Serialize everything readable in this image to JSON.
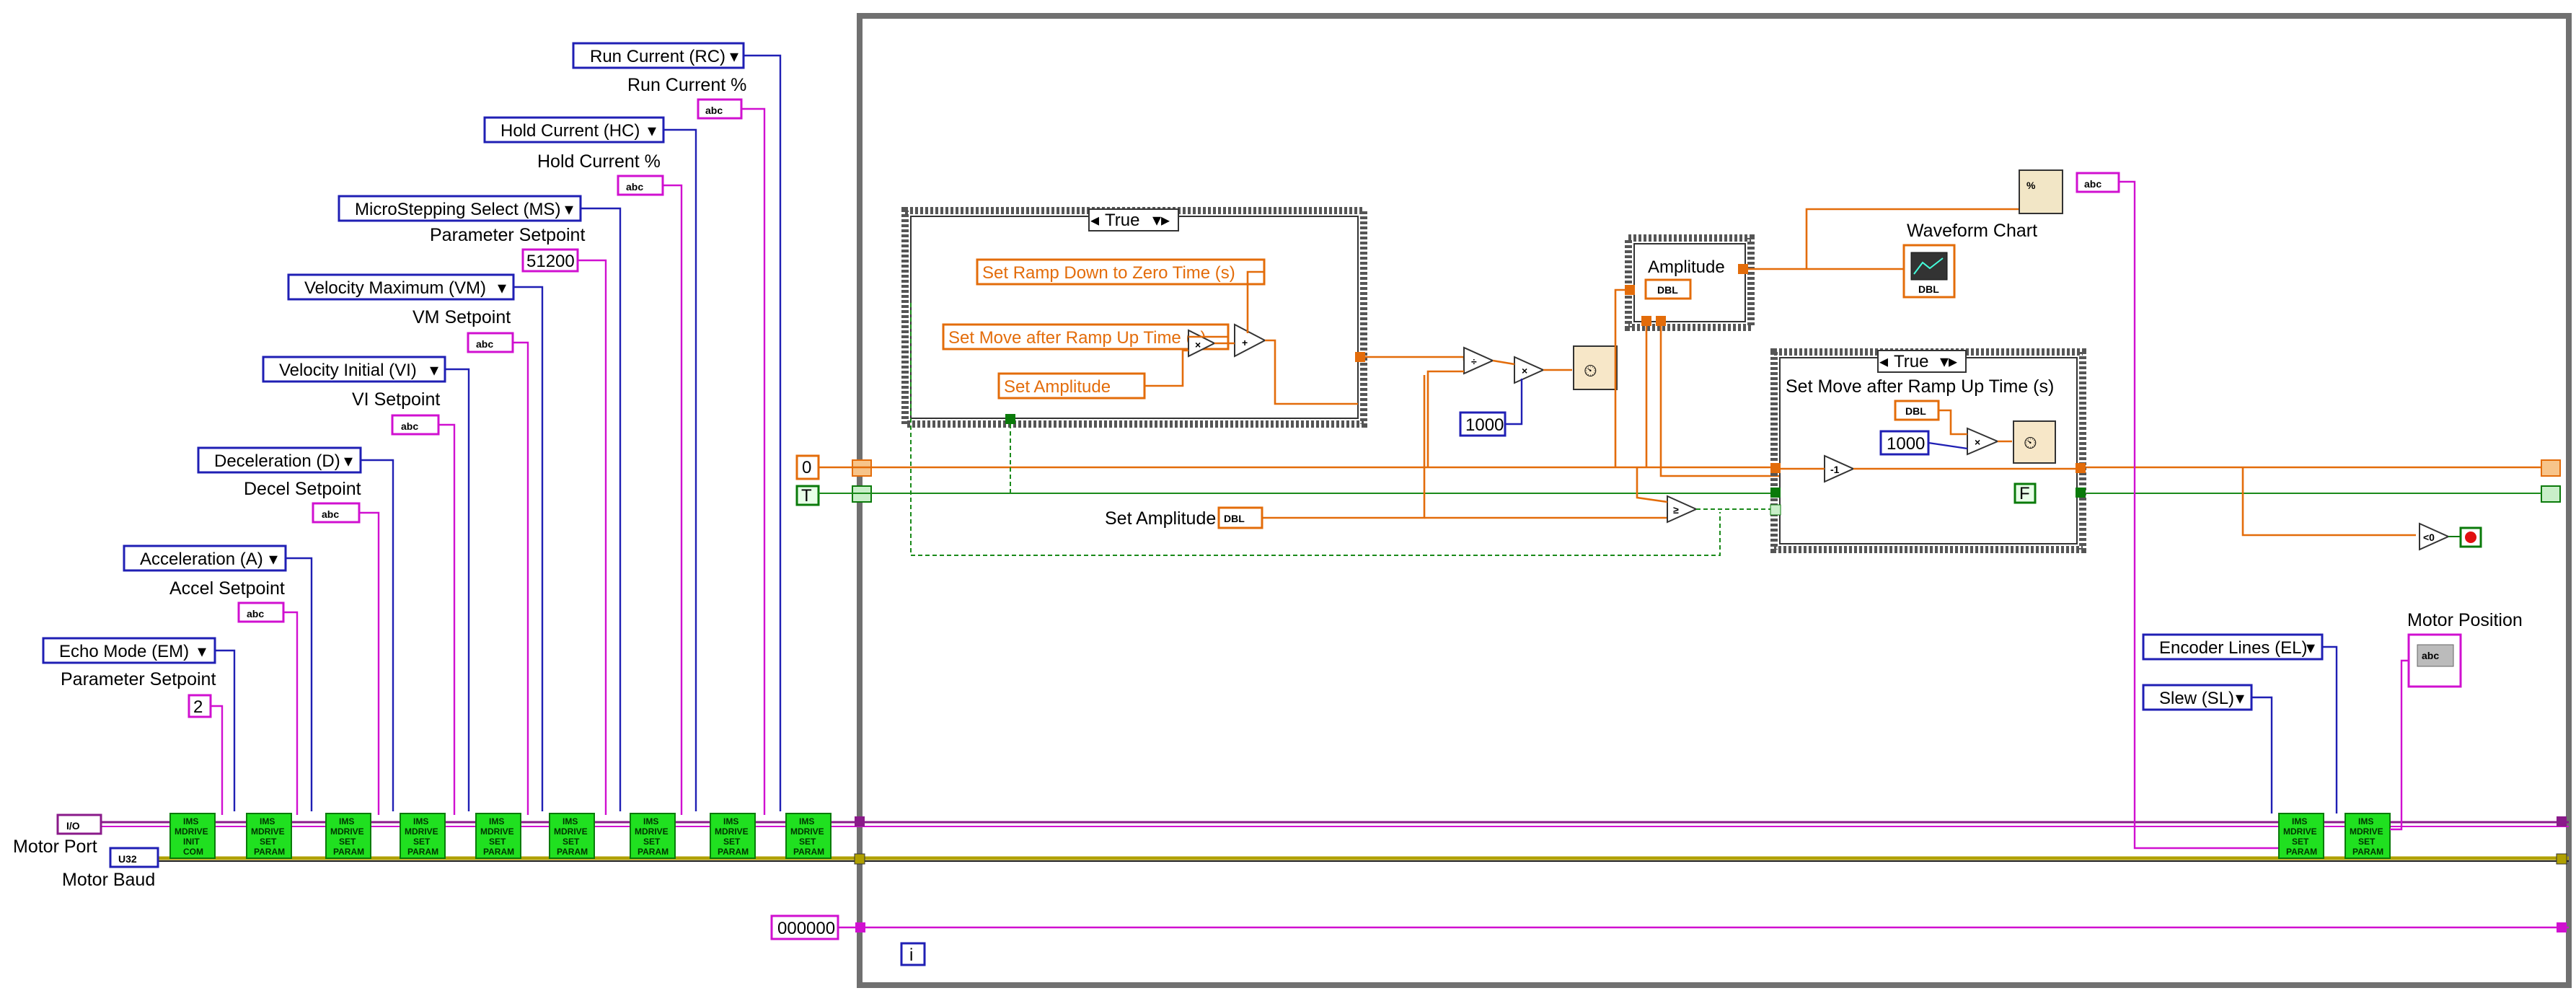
{
  "controls": {
    "run_current": "Run Current (RC)",
    "hold_current": "Hold Current (HC)",
    "microstepping": "MicroStepping Select (MS)",
    "velocity_max": "Velocity Maximum (VM)",
    "velocity_initial": "Velocity Initial (VI)",
    "deceleration": "Deceleration (D)",
    "acceleration": "Acceleration (A)",
    "echo_mode": "Echo Mode (EM)",
    "encoder_lines": "Encoder Lines (EL)",
    "slew": "Slew (SL)"
  },
  "labels": {
    "run_current_pct": "Run Current %",
    "hold_current_pct": "Hold Current %",
    "parameter_setpoint_1": "Parameter Setpoint",
    "vm_setpoint": "VM Setpoint",
    "vi_setpoint": "VI Setpoint",
    "decel_setpoint": "Decel Setpoint",
    "accel_setpoint": "Accel Setpoint",
    "parameter_setpoint_2": "Parameter Setpoint",
    "motor_port": "Motor Port",
    "motor_baud": "Motor Baud",
    "waveform_chart": "Waveform Chart",
    "amplitude": "Amplitude",
    "set_amplitude": "Set Amplitude",
    "set_move_after": "Set Move after Ramp Up Time (s)",
    "motor_position": "Motor Position"
  },
  "constants": {
    "parameter_setpoint_value": "51200",
    "echo_value": "2",
    "loop_zero": "0",
    "true_const": "T",
    "false_const": "F",
    "thousand_1": "1000",
    "thousand_2": "1000",
    "hex_const": "000000",
    "io_tag": "I/O",
    "u32_tag": "U32",
    "abc": "abc",
    "dbl": "DBL",
    "iteration": "i"
  },
  "case_structures": {
    "case1_selector": "True",
    "case2_selector": "True",
    "case1_items": [
      "Set Ramp Down to Zero Time (s)",
      "Set Move after Ramp Up Time (s)",
      "Set Amplitude"
    ]
  },
  "nodes": {
    "init": [
      "IMS",
      "MDRIVE",
      "INIT",
      "COM"
    ],
    "set": [
      "IMS",
      "MDRIVE",
      "SET",
      "PARAM"
    ]
  },
  "colors": {
    "blue": "#1f1fb4",
    "pink": "#d010d0",
    "orange": "#e36c0a",
    "green": "#20e020"
  }
}
